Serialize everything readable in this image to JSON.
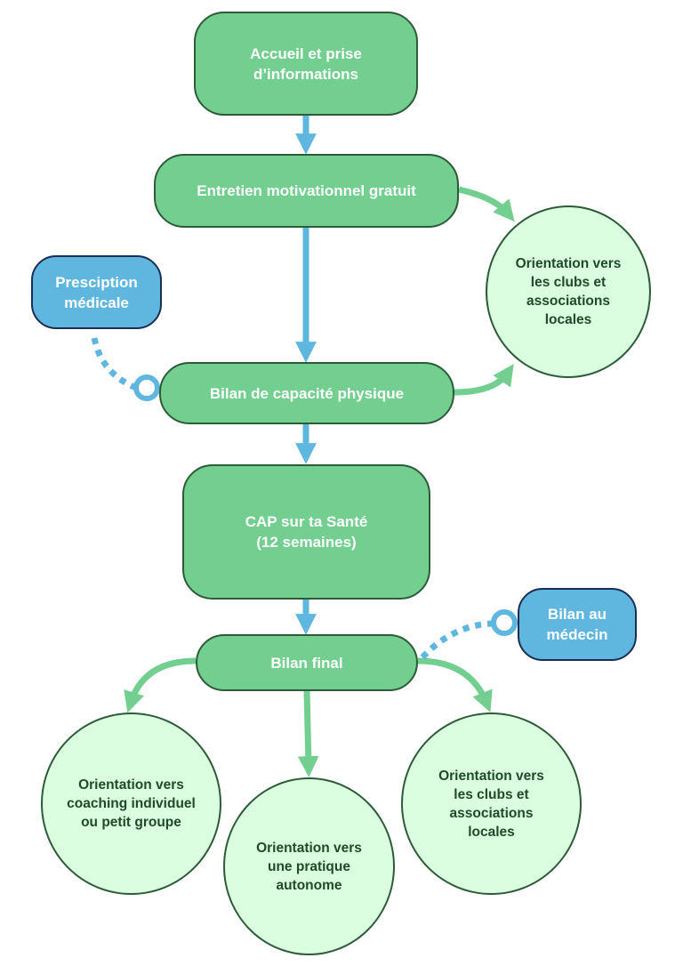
{
  "colors": {
    "step_fill": "#72cf8f",
    "step_border": "#2c5b38",
    "side_fill": "#5fb7e0",
    "side_border": "#1b2d54",
    "outcome_fill": "#dbfde0",
    "main_flow_arrow": "#5fb7e0",
    "orientation_arrow": "#72cf8f"
  },
  "steps": {
    "accueil": "Accueil et prise\nd’informations",
    "entretien": "Entretien motivationnel gratuit",
    "bilan_capacite": "Bilan de capacité physique",
    "programme": "CAP sur ta Santé\n(12 semaines)",
    "bilan_final": "Bilan final"
  },
  "side_inputs": {
    "prescription": "Presciption\nmédicale",
    "bilan_medecin": "Bilan au\nmédecin"
  },
  "outcomes": {
    "clubs_top": "Orientation vers\nles clubs et\nassociations\nlocales",
    "coaching": "Orientation vers\ncoaching individuel\nou petit groupe",
    "pratique_autonome": "Orientation vers\nune pratique\nautonome",
    "clubs_bottom": "Orientation vers\nles clubs et\nassociations\nlocales"
  }
}
